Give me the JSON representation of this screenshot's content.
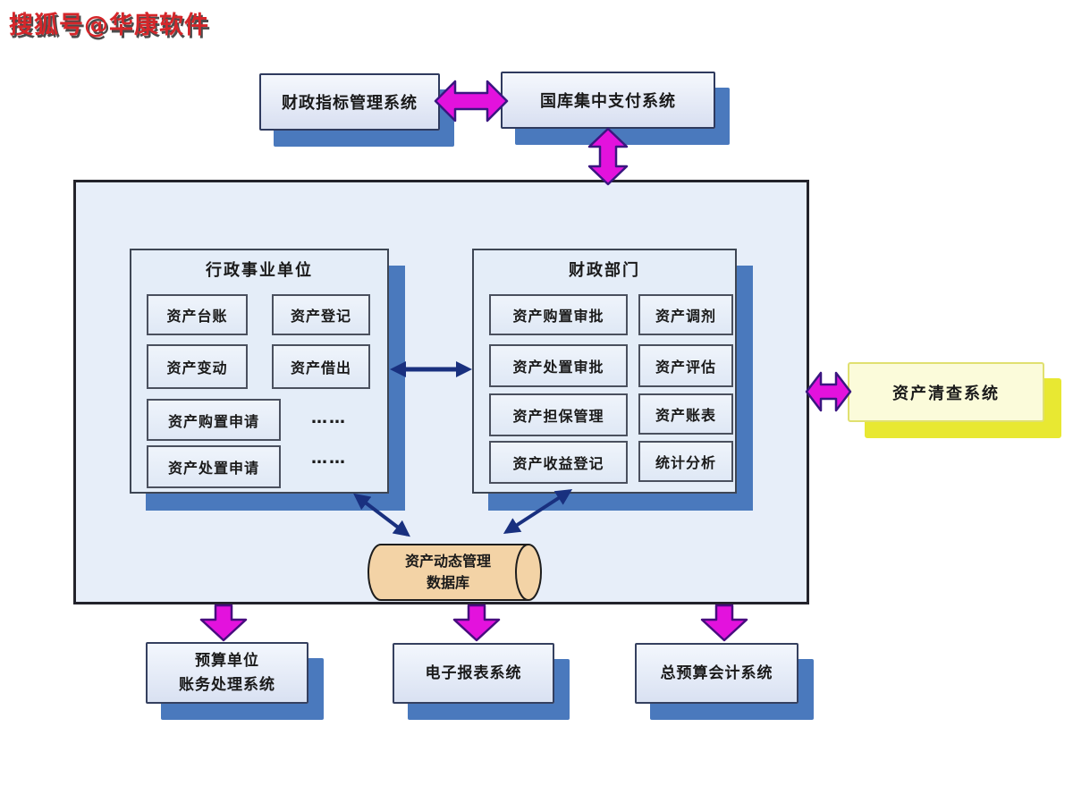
{
  "watermark": {
    "text": "搜狐号@华康软件",
    "color": "#d5262a"
  },
  "external_systems": {
    "fiscal_index": "财政指标管理系统",
    "treasury_payment": "国库集中支付系统",
    "asset_inventory": "资产清查系统",
    "budget_unit_line1": "预算单位",
    "budget_unit_line2": "账务处理系统",
    "e_report": "电子报表系统",
    "total_budget_accounting": "总预算会计系统"
  },
  "admin_unit": {
    "title": "行政事业单位",
    "items": [
      "资产台账",
      "资产登记",
      "资产变动",
      "资产借出",
      "资产购置申请",
      "……",
      "资产处置申请",
      "……"
    ]
  },
  "finance_dept": {
    "title": "财政部门",
    "items": [
      "资产购置审批",
      "资产调剂",
      "资产处置审批",
      "资产评估",
      "资产担保管理",
      "资产账表",
      "资产收益登记",
      "统计分析"
    ]
  },
  "database": {
    "line1": "资产动态管理",
    "line2": "数据库"
  },
  "colors": {
    "shadow_blue": "#4a79bd",
    "magenta_arrow": "#e312dd",
    "navy_arrow": "#19307f",
    "yellow_shadow": "#e8e832",
    "box_fill": "#e7eef9",
    "cylinder_fill": "#f3d3a6",
    "watermark_red": "#d5262a"
  }
}
